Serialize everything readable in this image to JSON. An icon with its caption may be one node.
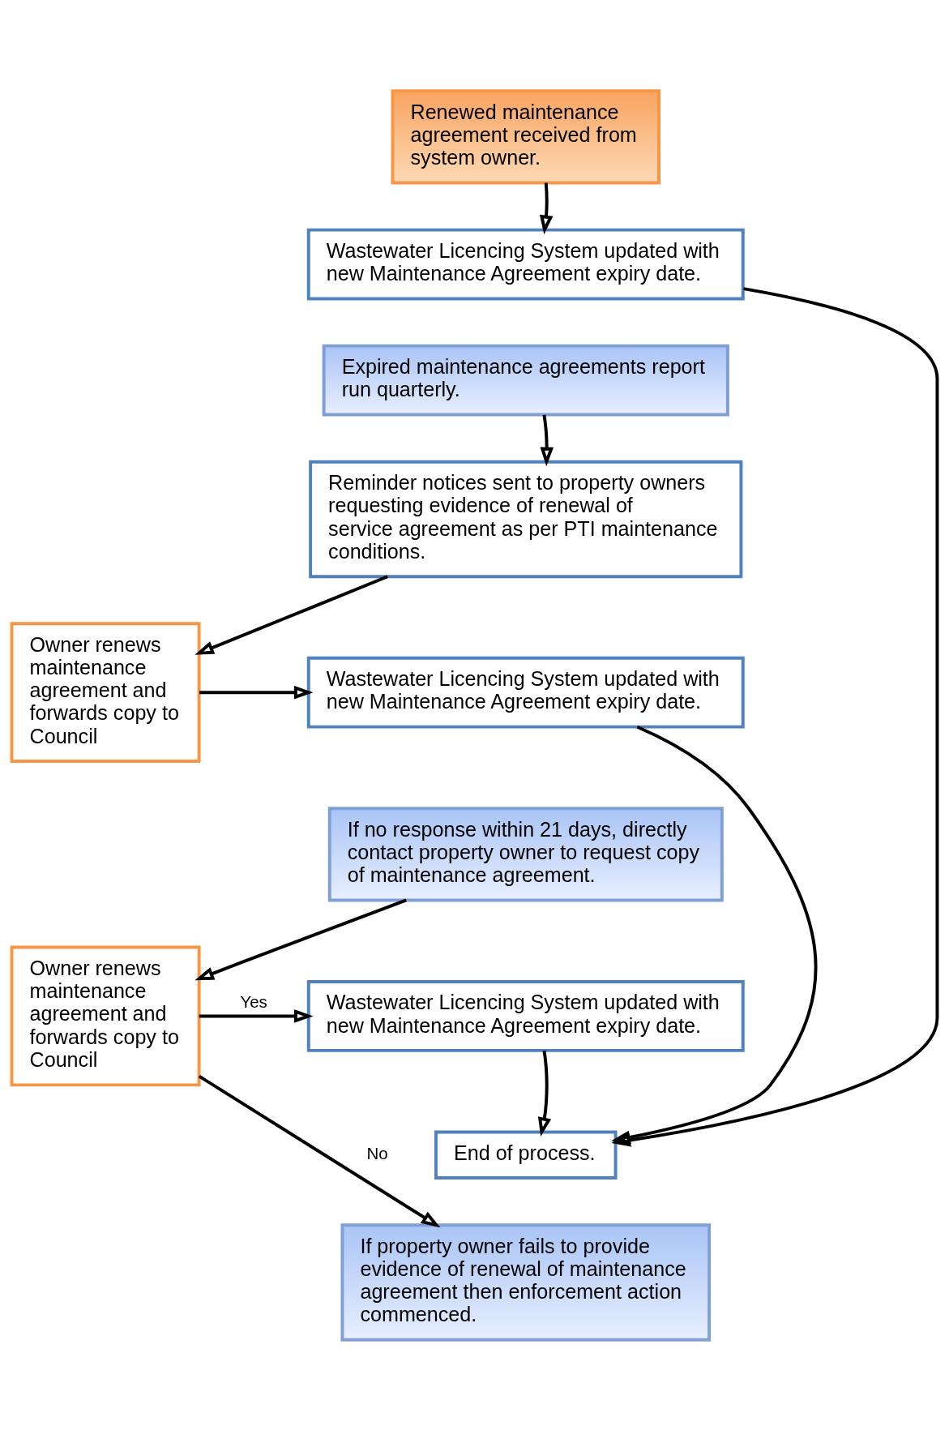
{
  "diagram": {
    "nodes": [
      {
        "text": [
          "Renewed maintenance agreement received from system owner."
        ]
      },
      {
        "text": [
          "Wastewater Licencing System updated with new Maintenance Agreement expiry date."
        ]
      },
      {
        "text": [
          "Expired maintenance agreements report run quarterly."
        ]
      },
      {
        "text": [
          "Reminder notices sent to property owners requesting evidence of renewal of service agreement as per PTI maintenance conditions."
        ]
      },
      {
        "text": [
          "Owner renews maintenance agreement and forwards copy to Council"
        ]
      },
      {
        "text": [
          "Wastewater Licencing System updated with new Maintenance Agreement expiry date."
        ]
      },
      {
        "text": [
          "If no response within 21 days, directly contact property owner to request copy of maintenance agreement."
        ]
      },
      {
        "text": [
          "Owner renews maintenance agreement and forwards copy to Council"
        ]
      },
      {
        "text": [
          "Wastewater Licencing System updated with new Maintenance Agreement expiry date."
        ]
      },
      {
        "text": [
          "End of process."
        ]
      },
      {
        "text": [
          "If property owner fails to provide evidence of renewal of maintenance agreement then enforcement action commenced."
        ]
      }
    ],
    "edges": [
      {
        "from": 0,
        "to": 1,
        "arrow": "to"
      },
      {
        "from": 2,
        "to": 3,
        "arrow": "to"
      },
      {
        "from": 3,
        "to": 4,
        "arrow": "to"
      },
      {
        "from": 4,
        "to": 5,
        "arrow": "to"
      },
      {
        "from": 6,
        "to": 7,
        "arrow": "to"
      },
      {
        "from": 7,
        "to": 8,
        "label": "Yes",
        "arrow": "to"
      },
      {
        "from": 8,
        "to": 9,
        "arrow": "to"
      },
      {
        "from": 7,
        "to": 10,
        "label": "No",
        "arrow": "to"
      },
      {
        "from": 1,
        "to": 9,
        "arrow": "to"
      },
      {
        "from": 5,
        "to": 9,
        "arrow": "to"
      }
    ]
  }
}
